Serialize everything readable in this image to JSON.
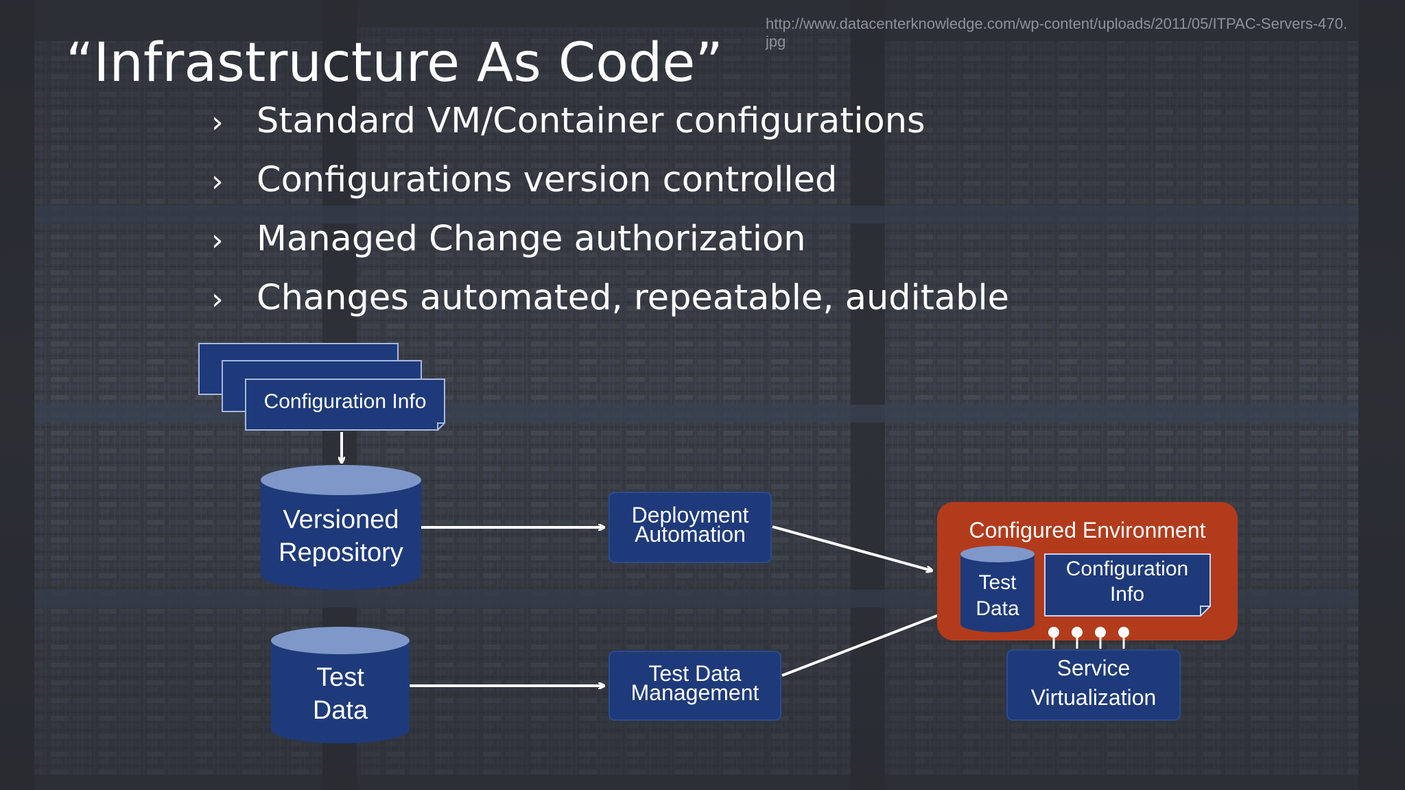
{
  "slide": {
    "source_url": "http://www.datacenterknowledge.com/wp-content/uploads/2011/05/ITPAC-Servers-470.jpg",
    "title": "“Infrastructure As Code”",
    "bullet_glyph": "›",
    "bullets": [
      "Standard VM/Container configurations",
      "Configurations version controlled",
      "Managed Change authorization",
      "Changes automated, repeatable, auditable"
    ]
  },
  "diagram": {
    "config_info_doc": "Configuration Info",
    "versioned_repository": [
      "Versioned",
      "Repository"
    ],
    "test_data": [
      "Test",
      "Data"
    ],
    "deployment_automation": [
      "Deployment",
      "Automation"
    ],
    "test_data_management": [
      "Test Data",
      "Management"
    ],
    "configured_environment": {
      "title": "Configured Environment",
      "test_data": [
        "Test",
        "Data"
      ],
      "configuration_info": [
        "Configuration",
        "Info"
      ]
    },
    "service_virtualization": [
      "Service",
      "Virtualization"
    ]
  },
  "colors": {
    "box_fill": "#1e3a7a",
    "box_border": "#8ea0cf",
    "cylinder_top": "#7f97c9",
    "environment_fill": "#b23b1c",
    "arrow": "#ffffff"
  }
}
